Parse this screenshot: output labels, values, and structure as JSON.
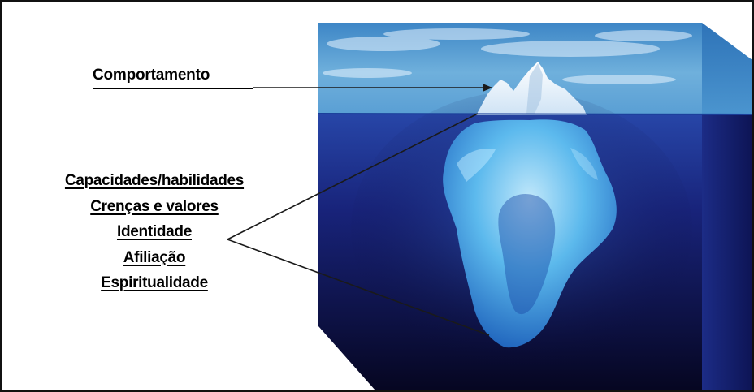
{
  "diagram": {
    "visible_label": "Comportamento",
    "hidden_labels": [
      "Capacidades/habilidades",
      "Crenças e valores",
      "Identidade",
      "Afiliação",
      "Espiritualidade"
    ],
    "colors": {
      "sky_top": "#3f88c8",
      "sky_bottom": "#9ecbe8",
      "sea_surface": "#1f3c9a",
      "sea_deep": "#0a0a3a",
      "ice": "#7fd0ff",
      "tip": "#f4f8ff",
      "connector": "#1a1a1a"
    }
  }
}
